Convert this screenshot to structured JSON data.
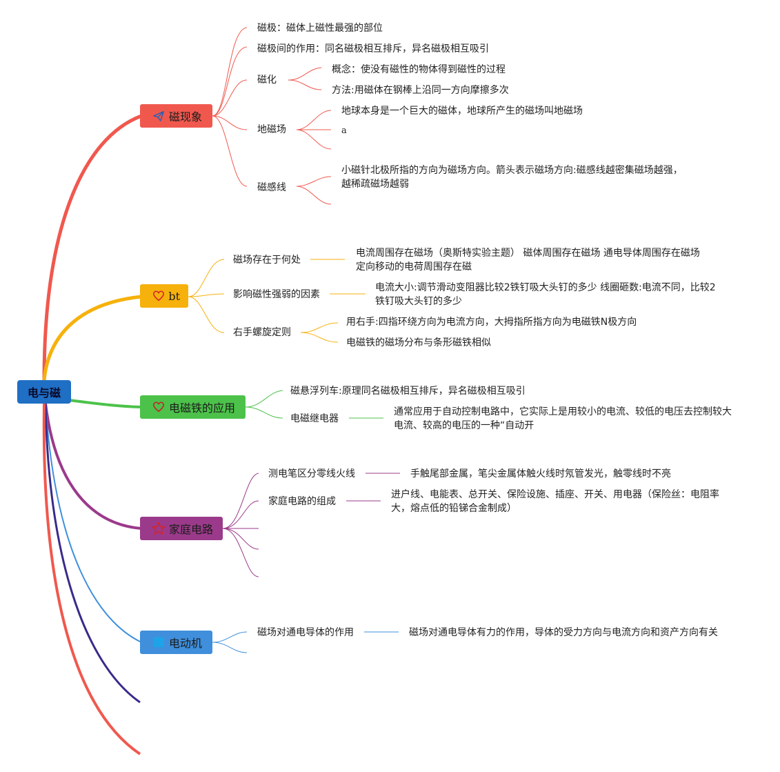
{
  "root": {
    "label": "电与磁"
  },
  "branches": [
    {
      "id": "magnetism",
      "label": "磁现象",
      "color": "#f0584e",
      "icon": "paper-plane-icon",
      "children": [
        {
          "label": "磁极：磁体上磁性最强的部位"
        },
        {
          "label": "磁极间的作用：同名磁极相互排斥，异名磁极相互吸引"
        },
        {
          "label": "磁化",
          "children": [
            "概念：使没有磁性的物体得到磁性的过程",
            "方法:用磁体在钢棒上沿同一方向摩擦多次"
          ]
        },
        {
          "label": "地磁场",
          "children": [
            "地球本身是一个巨大的磁体，地球所产生的磁场叫地磁场",
            "a",
            ""
          ]
        },
        {
          "label": "磁感线",
          "children": [
            "小磁针北极所指的方向为磁场方向。箭头表示磁场方向:磁感线越密集磁场越强，越稀疏磁场越弱",
            ""
          ]
        }
      ]
    },
    {
      "id": "bt",
      "label": "bt",
      "color": "#f6b10c",
      "icon": "heart-icon",
      "children": [
        {
          "label": "磁场存在于何处",
          "children": [
            "电流周围存在磁场（奥斯特实验主题） 磁体周围存在磁场 通电导体周围存在磁场 定向移动的电荷周围存在磁"
          ]
        },
        {
          "label": "影响磁性强弱的因素",
          "children": [
            "电流大小:调节滑动变阻器比较2铁钉吸大头钉的多少 线圈砸数:电流不同，比较2铁钉吸大头钉的多少"
          ]
        },
        {
          "label": "右手螺旋定则",
          "children": [
            "用右手:四指环绕方向为电流方向，大拇指所指方向为电磁铁N极方向",
            "电磁铁的磁场分布与条形磁铁相似"
          ]
        }
      ]
    },
    {
      "id": "electromagnet",
      "label": "电磁铁的应用",
      "color": "#4cc24a",
      "icon": "heart-icon",
      "children": [
        {
          "label": "磁悬浮列车:原理同名磁极相互排斥，异名磁极相互吸引"
        },
        {
          "label": "电磁继电器",
          "children": [
            "通常应用于自动控制电路中，它实际上是用较小的电流、较低的电压去控制较大电流、较高的电压的一种“自动开"
          ]
        }
      ]
    },
    {
      "id": "household",
      "label": "家庭电路",
      "color": "#9b3a8a",
      "icon": "star-icon",
      "children": [
        {
          "label": "测电笔区分零线火线",
          "children": [
            "手触尾部金属，笔尖金属体触火线时氖管发光，触零线时不亮"
          ]
        },
        {
          "label": "家庭电路的组成",
          "children": [
            "进户线、电能表、总开关、保险设施、插座、开关、用电器（保险丝：电阻率大，熔点低的铅锑合金制成）"
          ]
        },
        {
          "label": ""
        },
        {
          "label": ""
        },
        {
          "label": ""
        }
      ]
    },
    {
      "id": "motor",
      "label": "电动机",
      "color": "#3f8fdc",
      "icon": "square-icon",
      "children": [
        {
          "label": "磁场对通电导体的作用",
          "children": [
            "磁场对通电导体有力的作用，导体的受力方向与电流方向和资产方向有关"
          ]
        },
        {
          "label": ""
        }
      ]
    }
  ],
  "extra_branch_colors": [
    "#3a2a8a",
    "#f0584e"
  ]
}
